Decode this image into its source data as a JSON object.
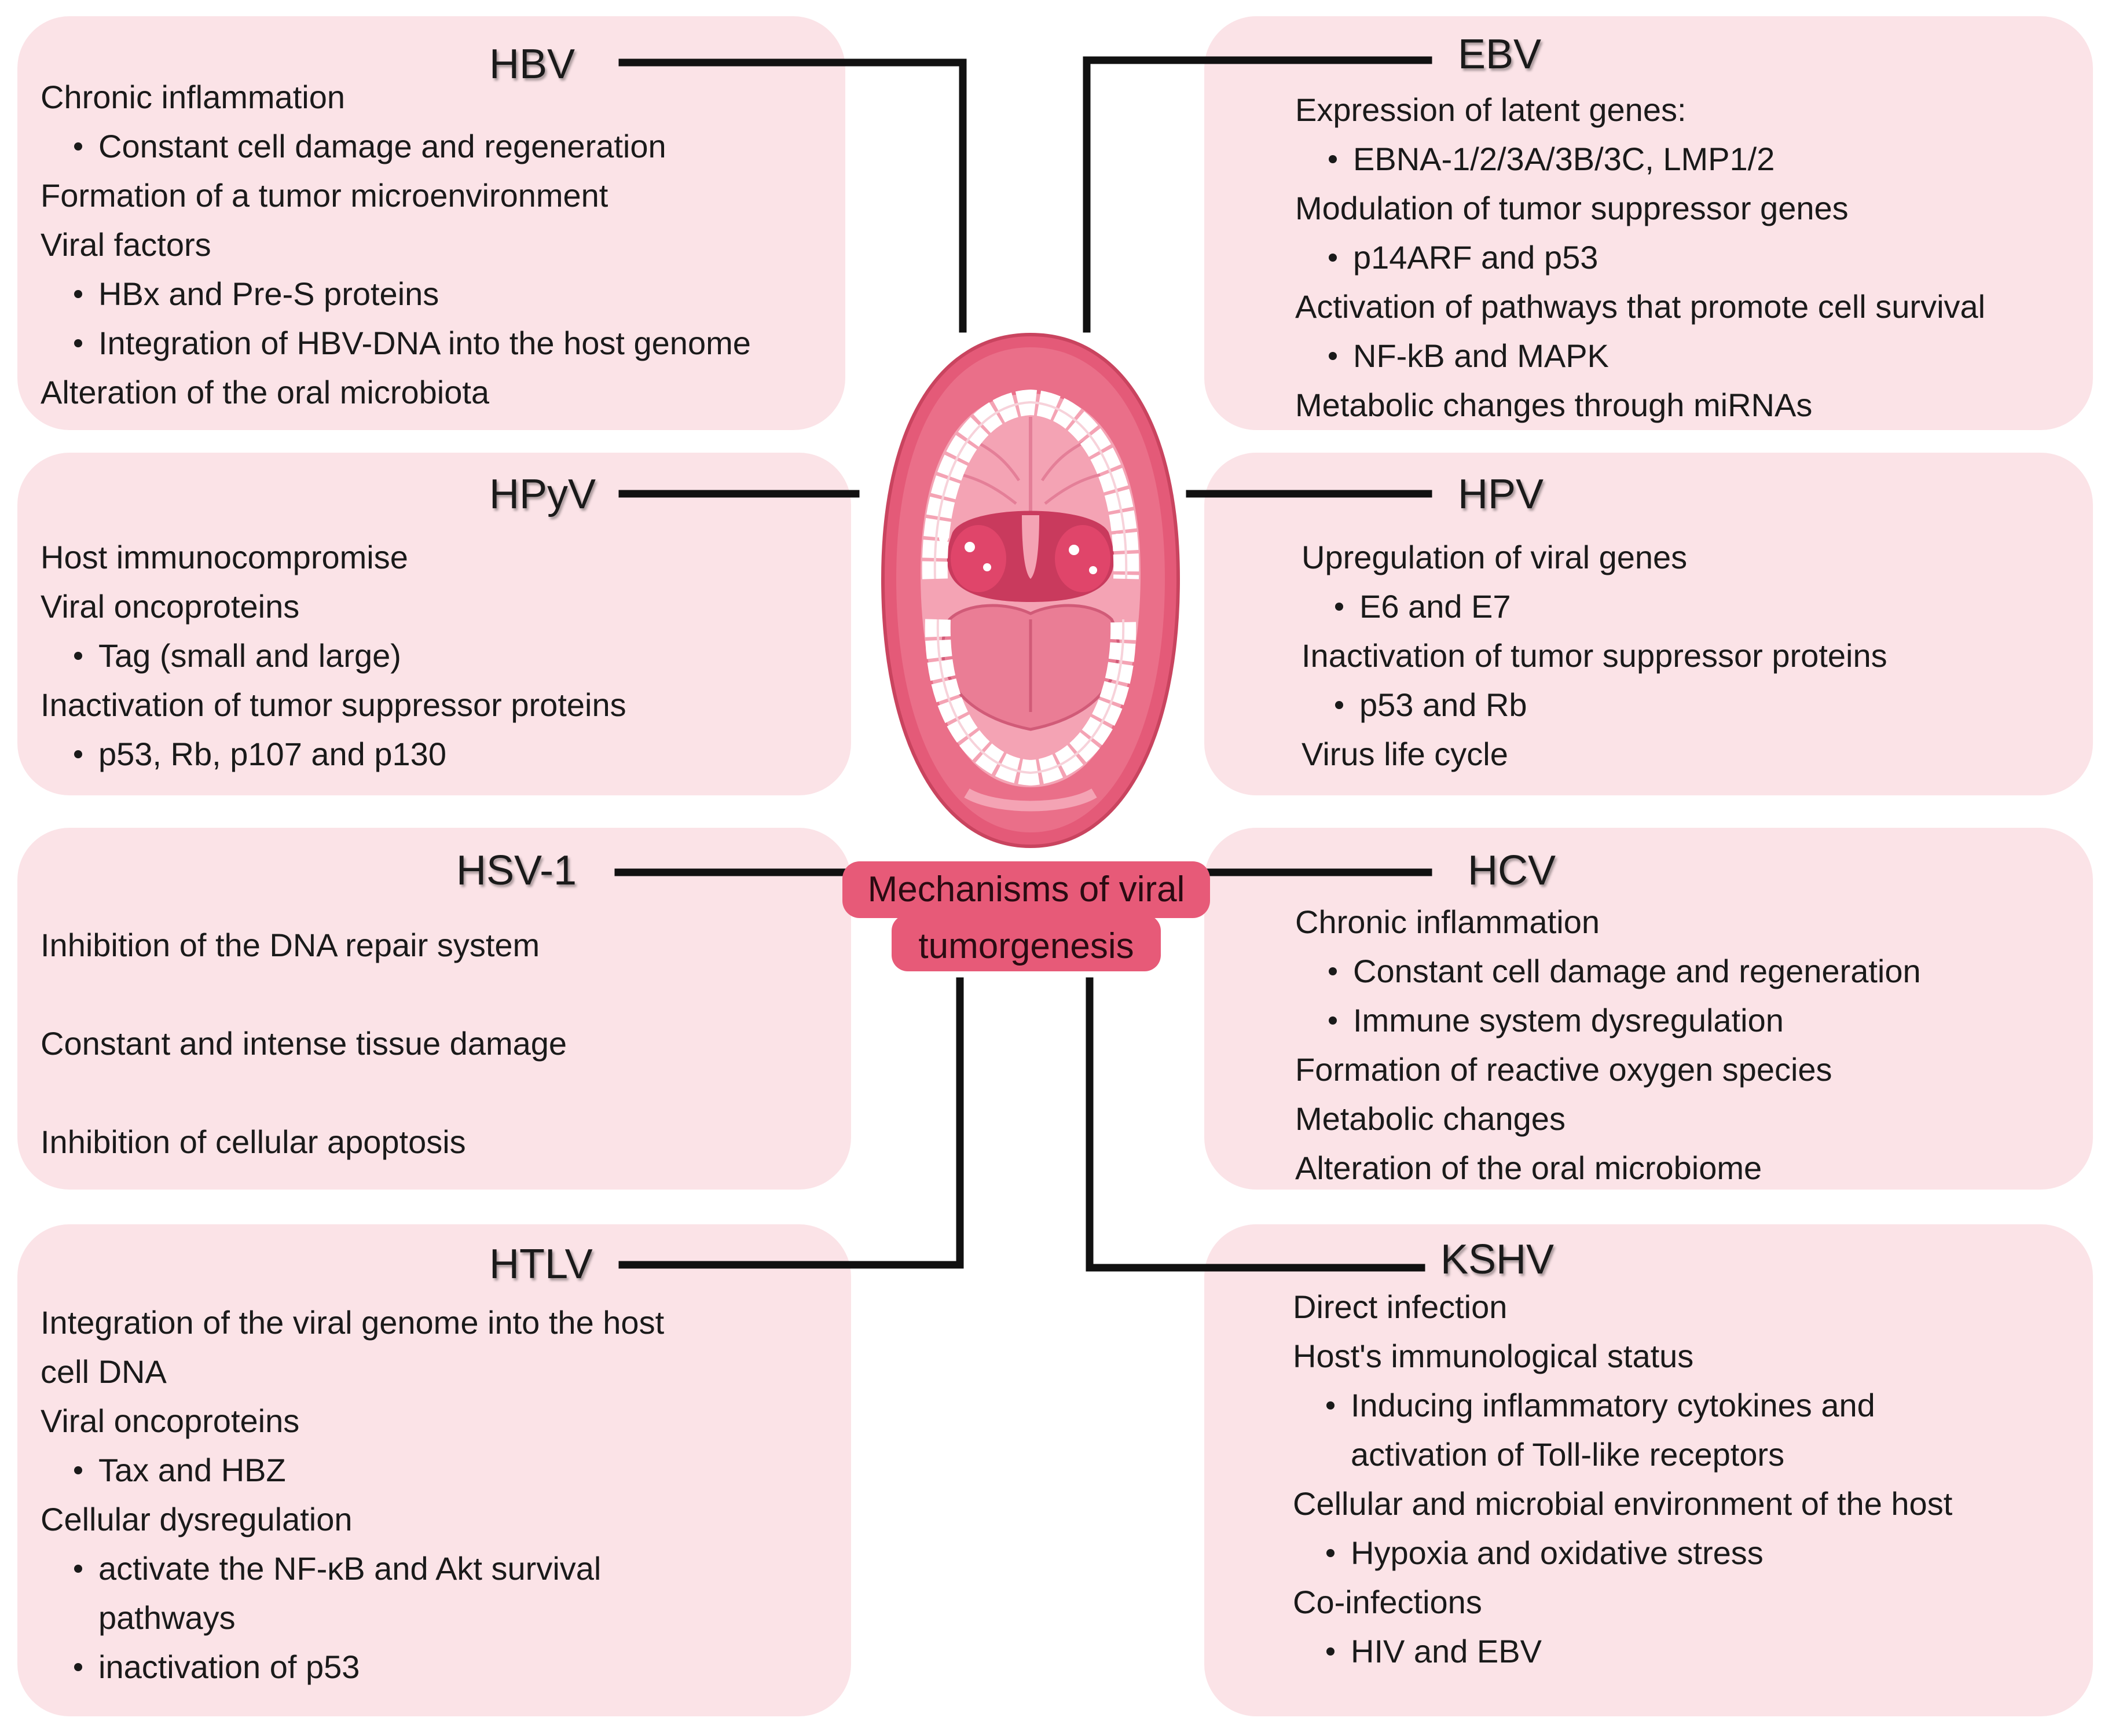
{
  "center": {
    "line1": "Mechanisms of viral",
    "line2": "tumorgenesis"
  },
  "panels": {
    "hbv": {
      "title": "HBV",
      "lines": [
        {
          "text": "Chronic inflammation",
          "bullet": false
        },
        {
          "text": "Constant cell damage and regeneration",
          "bullet": true
        },
        {
          "text": "Formation of a tumor microenvironment",
          "bullet": false
        },
        {
          "text": "Viral factors",
          "bullet": false
        },
        {
          "text": "HBx and Pre-S proteins",
          "bullet": true
        },
        {
          "text": "Integration of HBV-DNA into the host genome",
          "bullet": true
        },
        {
          "text": "Alteration of the oral microbiota",
          "bullet": false
        }
      ]
    },
    "ebv": {
      "title": "EBV",
      "lines": [
        {
          "text": "Expression of latent genes:",
          "bullet": false
        },
        {
          "text": "EBNA-1/2/3A/3B/3C, LMP1/2",
          "bullet": true
        },
        {
          "text": "Modulation of tumor suppressor genes",
          "bullet": false
        },
        {
          "text": "p14ARF and p53",
          "bullet": true
        },
        {
          "text": "Activation of pathways that promote cell survival",
          "bullet": false
        },
        {
          "text": "NF-kB and MAPK",
          "bullet": true
        },
        {
          "text": "Metabolic changes through miRNAs",
          "bullet": false
        }
      ]
    },
    "hpyv": {
      "title": "HPyV",
      "lines": [
        {
          "text": "Host immunocompromise",
          "bullet": false
        },
        {
          "text": "Viral oncoproteins",
          "bullet": false
        },
        {
          "text": "Tag (small and large)",
          "bullet": true
        },
        {
          "text": "Inactivation of tumor suppressor proteins",
          "bullet": false
        },
        {
          "text": "p53, Rb, p107 and p130",
          "bullet": true
        }
      ]
    },
    "hpv": {
      "title": "HPV",
      "lines": [
        {
          "text": "Upregulation of viral genes",
          "bullet": false
        },
        {
          "text": "E6 and E7",
          "bullet": true
        },
        {
          "text": "Inactivation of tumor suppressor proteins",
          "bullet": false
        },
        {
          "text": "p53 and Rb",
          "bullet": true
        },
        {
          "text": "Virus life cycle",
          "bullet": false
        }
      ]
    },
    "hsv1": {
      "title": "HSV-1",
      "lines": [
        {
          "text": "Inhibition of the DNA repair system",
          "bullet": false
        },
        {
          "text": "Constant and intense tissue damage",
          "bullet": false
        },
        {
          "text": "Inhibition of cellular apoptosis",
          "bullet": false
        }
      ]
    },
    "hcv": {
      "title": "HCV",
      "lines": [
        {
          "text": "Chronic inflammation",
          "bullet": false
        },
        {
          "text": "Constant cell damage and regeneration",
          "bullet": true
        },
        {
          "text": "Immune system dysregulation",
          "bullet": true
        },
        {
          "text": "Formation of reactive oxygen species",
          "bullet": false
        },
        {
          "text": "Metabolic changes",
          "bullet": false
        },
        {
          "text": "Alteration of the oral microbiome",
          "bullet": false
        }
      ]
    },
    "htlv": {
      "title": "HTLV",
      "lines": [
        {
          "text": "Integration of the viral genome into the host",
          "bullet": false
        },
        {
          "text": "cell DNA",
          "bullet": false
        },
        {
          "text": "Viral oncoproteins",
          "bullet": false
        },
        {
          "text": "Tax and HBZ",
          "bullet": true
        },
        {
          "text": "Cellular dysregulation",
          "bullet": false
        },
        {
          "text": "activate the NF-κB and Akt survival",
          "bullet": true
        },
        {
          "text": "pathways",
          "bullet": "cont"
        },
        {
          "text": "inactivation of p53",
          "bullet": true
        }
      ]
    },
    "kshv": {
      "title": "KSHV",
      "lines": [
        {
          "text": "Direct infection",
          "bullet": false
        },
        {
          "text": "Host's immunological status",
          "bullet": false
        },
        {
          "text": "Inducing inflammatory cytokines and",
          "bullet": true
        },
        {
          "text": "activation of Toll-like receptors",
          "bullet": "cont"
        },
        {
          "text": "Cellular and microbial environment of the host",
          "bullet": false
        },
        {
          "text": "Hypoxia and oxidative stress",
          "bullet": true
        },
        {
          "text": "Co-infections",
          "bullet": false
        },
        {
          "text": "HIV and EBV",
          "bullet": true
        }
      ]
    }
  },
  "colors": {
    "panel": "#fbe3e7",
    "center_label": "#e75a78",
    "connector": "#111111",
    "mouth_outer": "#e45a78",
    "mouth_inner": "#f4a3b4",
    "teeth": "#ffffff"
  }
}
